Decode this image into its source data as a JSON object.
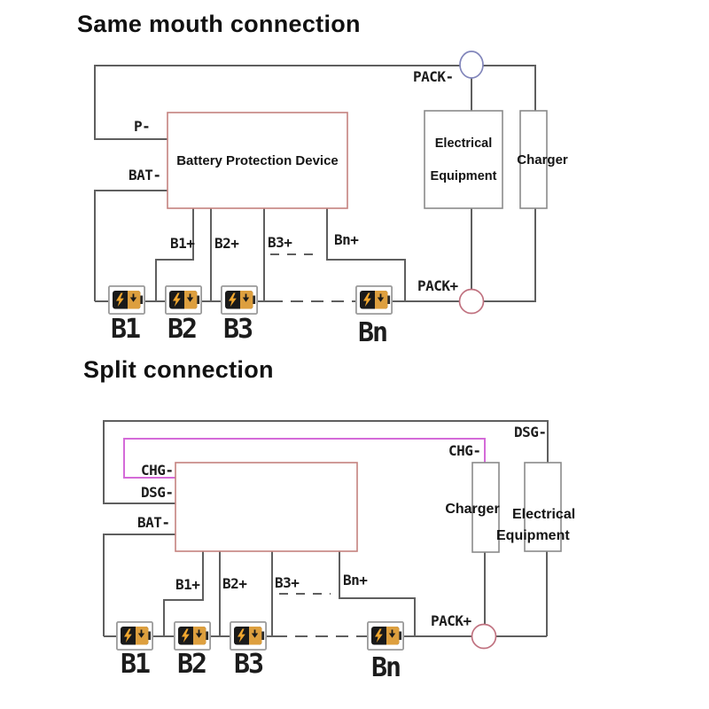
{
  "colors": {
    "wire": "#5f5f5f",
    "chg_wire": "#d46bd8",
    "protection_border": "#c5827e",
    "equipment_border": "#8a8a8a",
    "pack_minus": "#8286bb",
    "pack_plus": "#c0717f",
    "battery_black": "#1a1a1a",
    "battery_orange": "#dd9f3e",
    "bolt": "#f0a62e",
    "text": "#1c1c1c"
  },
  "diagrams": {
    "same_mouth": {
      "title": "Same mouth connection",
      "protection_device_label": "Battery Protection Device",
      "equipment_label_line1": "Electrical",
      "equipment_label_line2": "Equipment",
      "charger_label": "Charger",
      "wire_labels": {
        "p_minus": "P-",
        "bat_minus": "BAT-",
        "pack_minus": "PACK-",
        "pack_plus": "PACK+",
        "b1_plus": "B1+",
        "b2_plus": "B2+",
        "b3_plus": "B3+",
        "bn_plus": "Bn+"
      },
      "battery_labels": [
        "B1",
        "B2",
        "B3",
        "Bn"
      ]
    },
    "split": {
      "title": "Split connection",
      "charger_label": "Charger",
      "equipment_label_line1": "Electrical",
      "equipment_label_line2": "Equipment",
      "wire_labels": {
        "chg_minus_left": "CHG-",
        "dsg_minus_left": "DSG-",
        "bat_minus": "BAT-",
        "chg_minus_right": "CHG-",
        "dsg_minus_right": "DSG-",
        "pack_plus": "PACK+",
        "b1_plus": "B1+",
        "b2_plus": "B2+",
        "b3_plus": "B3+",
        "bn_plus": "Bn+"
      },
      "battery_labels": [
        "B1",
        "B2",
        "B3",
        "Bn"
      ]
    }
  }
}
